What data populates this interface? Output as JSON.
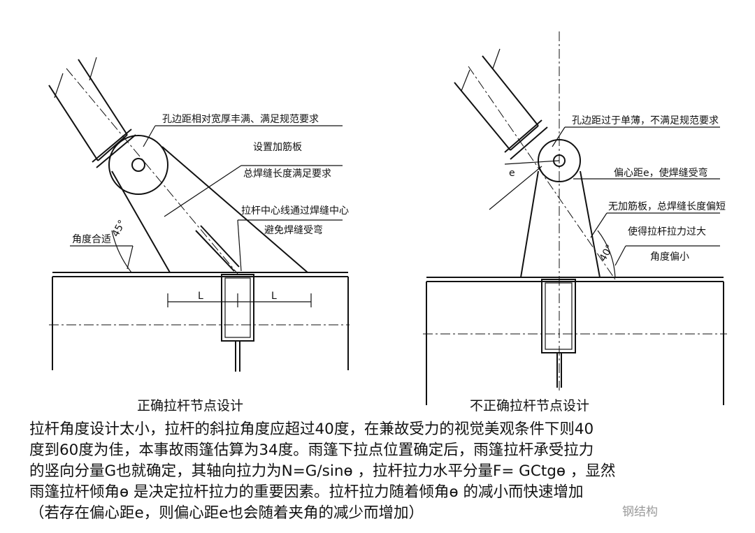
{
  "left_diagram": {
    "caption": "正确拉杆节点设计",
    "annotations": {
      "hole_edge": "孔边距相对宽厚丰满、满足规范要求",
      "stiffener": "设置加筋板",
      "weld_length": "总焊缝长度满足要求",
      "centerline": "拉杆中心线通过焊缝中心",
      "avoid_bending": "避免焊缝受弯",
      "angle_ok": "角度合适",
      "angle_value": "45°",
      "dim_left": "L",
      "dim_right": "L"
    }
  },
  "right_diagram": {
    "caption": "不正确拉杆节点设计",
    "annotations": {
      "hole_edge": "孔边距过于单薄，不满足规范要求",
      "eccentricity": "偏心距e，使焊缝受弯",
      "no_stiffener": "无加筋板，总焊缝长度偏短",
      "force_large": "使得拉杆拉力过大",
      "angle_small": "角度偏小",
      "angle_value": "40°",
      "e_mark": "e"
    }
  },
  "paragraph": {
    "lines": [
      "拉杆角度设计太小，拉杆的斜拉角度应超过40度，在兼故受力的视觉美观条件下则40",
      "度到60度为佳，本事故雨篷估算为34度。雨篷下拉点位置确定后，雨篷拉杆承受拉力",
      "的竖向分量G也就确定，其轴向拉力为N=G/sinɵ ，拉杆拉力水平分量F= GCtgɵ ，显然",
      "雨篷拉杆倾角ɵ 是决定拉杆拉力的重要因素。拉杆拉力随着倾角ɵ 的减小而快速增加",
      "（若存在偏心距e，则偏心距e也会随着夹角的减少而增加）"
    ]
  },
  "watermark": "钢结构"
}
